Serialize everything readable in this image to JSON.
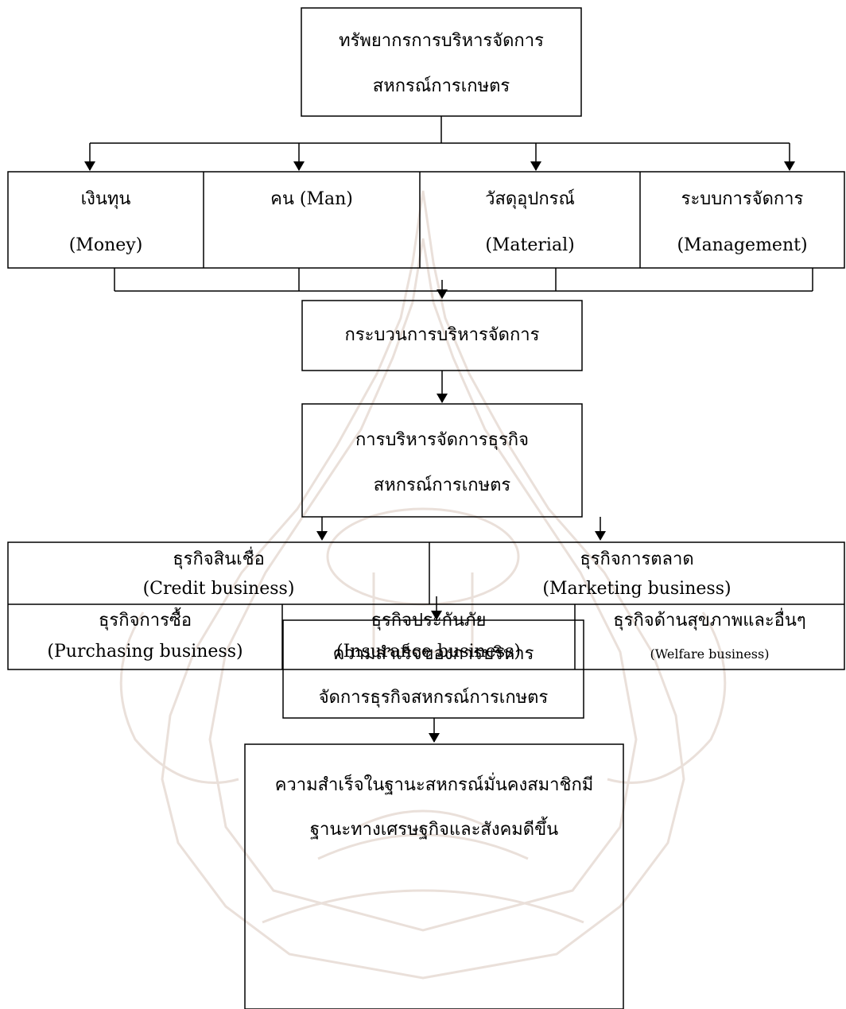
{
  "boxes": {
    "resources_title": [
      "ทรัพยากรการบริหารจัดการ",
      "สหกรณ์การเกษตร"
    ],
    "money": [
      "เงินทุน",
      "(Money)"
    ],
    "man": [
      "คน (Man)"
    ],
    "material": [
      "วัสดุอุปกรณ์",
      "(Material)"
    ],
    "management": [
      "ระบบการจัดการ",
      "(Management)"
    ],
    "process": [
      "กระบวนการบริหารจัดการ"
    ],
    "business_mgmt": [
      "การบริหารจัดการธุรกิจ",
      "สหกรณ์การเกษตร"
    ],
    "credit": [
      "ธุรกิจสินเชื่อ",
      "(Credit business)"
    ],
    "marketing": [
      "ธุรกิจการตลาด",
      "(Marketing business)"
    ],
    "purchasing": [
      "ธุรกิจการซื้อ",
      "(Purchasing  business)"
    ],
    "insurance": [
      "ธุรกิจประกันภัย",
      "(Insurance business)"
    ],
    "welfare": [
      "ธุรกิจด้านสุขภาพและอื่นๆ",
      "(Welfare business)"
    ],
    "success_mgmt": [
      "ความสำเร็จของการบริหาร",
      "จัดการธุรกิจสหกรณ์การเกษตร"
    ],
    "success_coop": [
      "ความสำเร็จในฐานะสหกรณ์มั่นคงสมาชิกมี",
      "ฐานะทางเศรษฐกิจและสังคมดีขึ้น"
    ]
  },
  "colors": {
    "stroke": "#000000",
    "text": "#000000",
    "background": "#ffffff",
    "watermark": "#e8ddd6"
  },
  "watermark": {
    "icon": "university-seal-watermark"
  }
}
